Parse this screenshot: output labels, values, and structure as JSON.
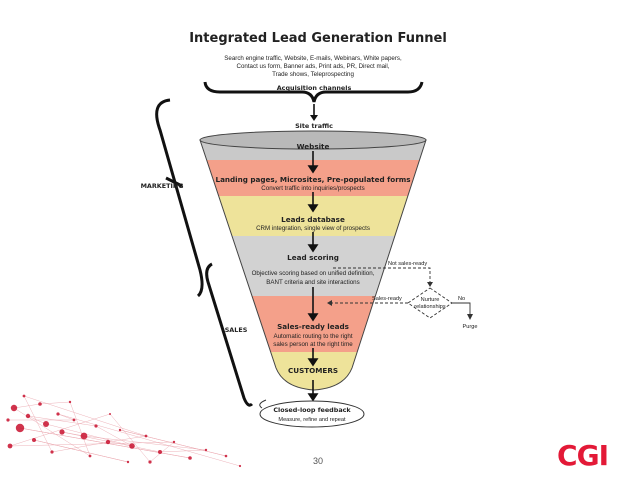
{
  "title": "Integrated Lead Generation Funnel",
  "channels": {
    "lines": [
      "Search engine traffic, Website, E-mails, Webinars, White papers,",
      "Contact us form, Banner ads, Print ads, PR, Direct mail,",
      "Trade shows, Teleprospecting"
    ],
    "label": "Acquisition channels"
  },
  "site_traffic": "Site traffic",
  "stages": [
    {
      "title": "Website",
      "sub": "",
      "color": "#c8c8c8"
    },
    {
      "title": "Landing pages, Microsites, Pre-populated forms",
      "sub": "Convert traffic into inquiries/prospects",
      "color": "#f4a08a"
    },
    {
      "title": "Leads database",
      "sub": "CRM integration, single view of prospects",
      "color": "#eee39a"
    },
    {
      "title": "Lead scoring",
      "sub": "",
      "color": "#d0d0d0"
    },
    {
      "title": "",
      "sub1": "Objective scoring based on unified definition,",
      "sub2": "BANT criteria and site interactions",
      "color": "#d6d6d6"
    },
    {
      "title": "Sales-ready leads",
      "sub1": "Automatic routing to the right",
      "sub2": "sales person at the right time",
      "color": "#f4a08a"
    },
    {
      "title": "CUSTOMERS",
      "sub": "",
      "color": "#eee39a"
    }
  ],
  "side_labels": {
    "marketing": "MARKETING",
    "sales": "SALES"
  },
  "nurture": {
    "not_ready": "Not sales-ready",
    "sales_ready": "Sales-ready",
    "node1": "Nurture",
    "node2": "relationships",
    "no": "No",
    "purge": "Purge"
  },
  "closed_loop": {
    "title": "Closed-loop feedback",
    "sub": "Measure, refine and repeat"
  },
  "footer": {
    "page": "30",
    "logo": "CGI"
  },
  "colors": {
    "accent": "#e31937",
    "dots": "#c8102e"
  }
}
